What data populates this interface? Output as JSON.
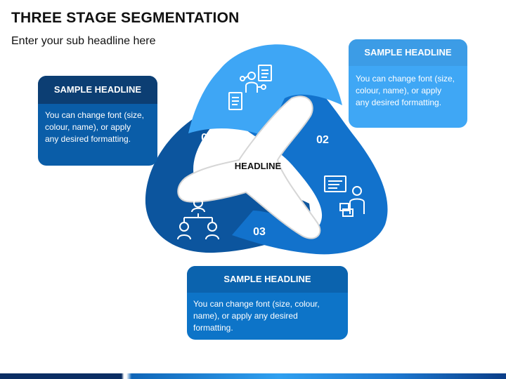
{
  "title": "THREE STAGE SEGMENTATION",
  "subtitle": "Enter your sub headline here",
  "center_label": "HEADLINE",
  "stages": [
    {
      "number": "01",
      "color": "#3ea6f5"
    },
    {
      "number": "02",
      "color": "#1272cc"
    },
    {
      "number": "03",
      "color": "#0c559e"
    }
  ],
  "cards": {
    "left": {
      "headline": "SAMPLE HEADLINE",
      "lines": [
        "You can change font (size,",
        "colour, name), or apply",
        "any desired formatting."
      ]
    },
    "right": {
      "headline": "SAMPLE HEADLINE",
      "lines": [
        "You can change font (size,",
        "colour, name), or apply",
        "any desired formatting."
      ]
    },
    "bottom": {
      "headline": "SAMPLE HEADLINE",
      "lines": [
        "You can change font (size, colour,",
        "name), or apply any desired",
        "formatting."
      ]
    }
  },
  "icons": [
    "workflow-icon",
    "presentation-icon",
    "hierarchy-icon"
  ]
}
